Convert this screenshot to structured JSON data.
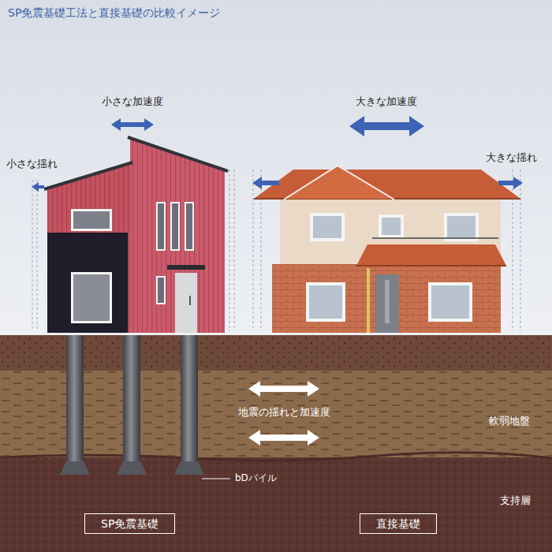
{
  "diagram": {
    "title": "SP免震基礎工法と直接基礎の比較イメージ",
    "nodes": [
      {
        "text": [
          "地震の揺れと加速度",
          "軟弱地盤"
        ]
      },
      {
        "text": [
          "bDパイル",
          "支持層"
        ]
      },
      {
        "text": [
          "SP免震基礎"
        ],
        "in": 1
      },
      {
        "text": [
          "直接基礎"
        ],
        "in": 1
      }
    ],
    "labels": [
      "小さな加速度",
      "大きな加速度",
      "小さな揺れ",
      "大きな揺れ"
    ]
  }
}
